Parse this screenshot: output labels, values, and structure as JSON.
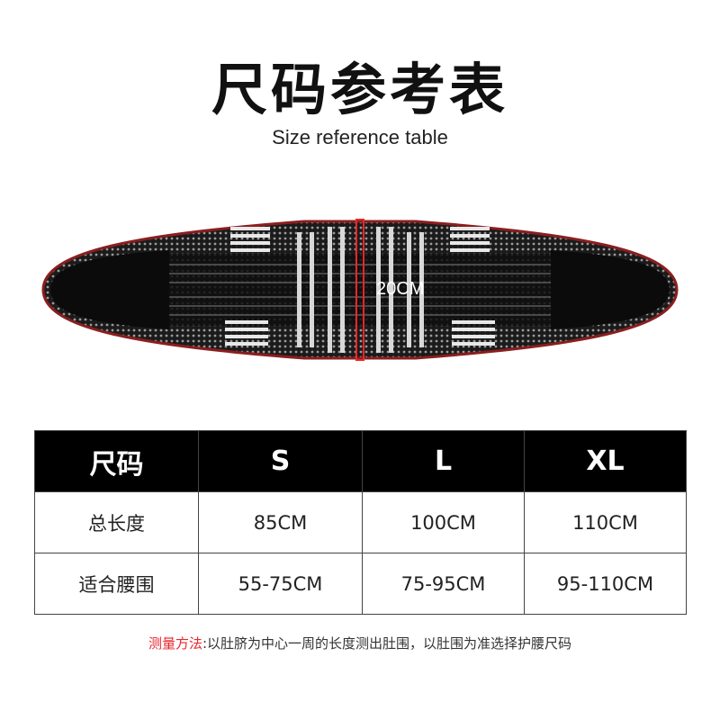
{
  "header": {
    "title": "尺码参考表",
    "subtitle": "Size reference table"
  },
  "belt": {
    "width_label": "20CM"
  },
  "size_table": {
    "columns": [
      "尺码",
      "S",
      "L",
      "XL"
    ],
    "rows": [
      {
        "label": "总长度",
        "values": [
          "85CM",
          "100CM",
          "110CM"
        ]
      },
      {
        "label": "适合腰围",
        "values": [
          "55-75CM",
          "75-95CM",
          "95-110CM"
        ]
      }
    ]
  },
  "measure_note": {
    "prefix": "测量方法",
    "text": ":以肚脐为中心一周的长度测出肚围，以肚围为准选择护腰尺码"
  },
  "colors": {
    "accent": "#e8262b",
    "header_bg": "#000000",
    "belt_edge": "#8b1e1e"
  }
}
